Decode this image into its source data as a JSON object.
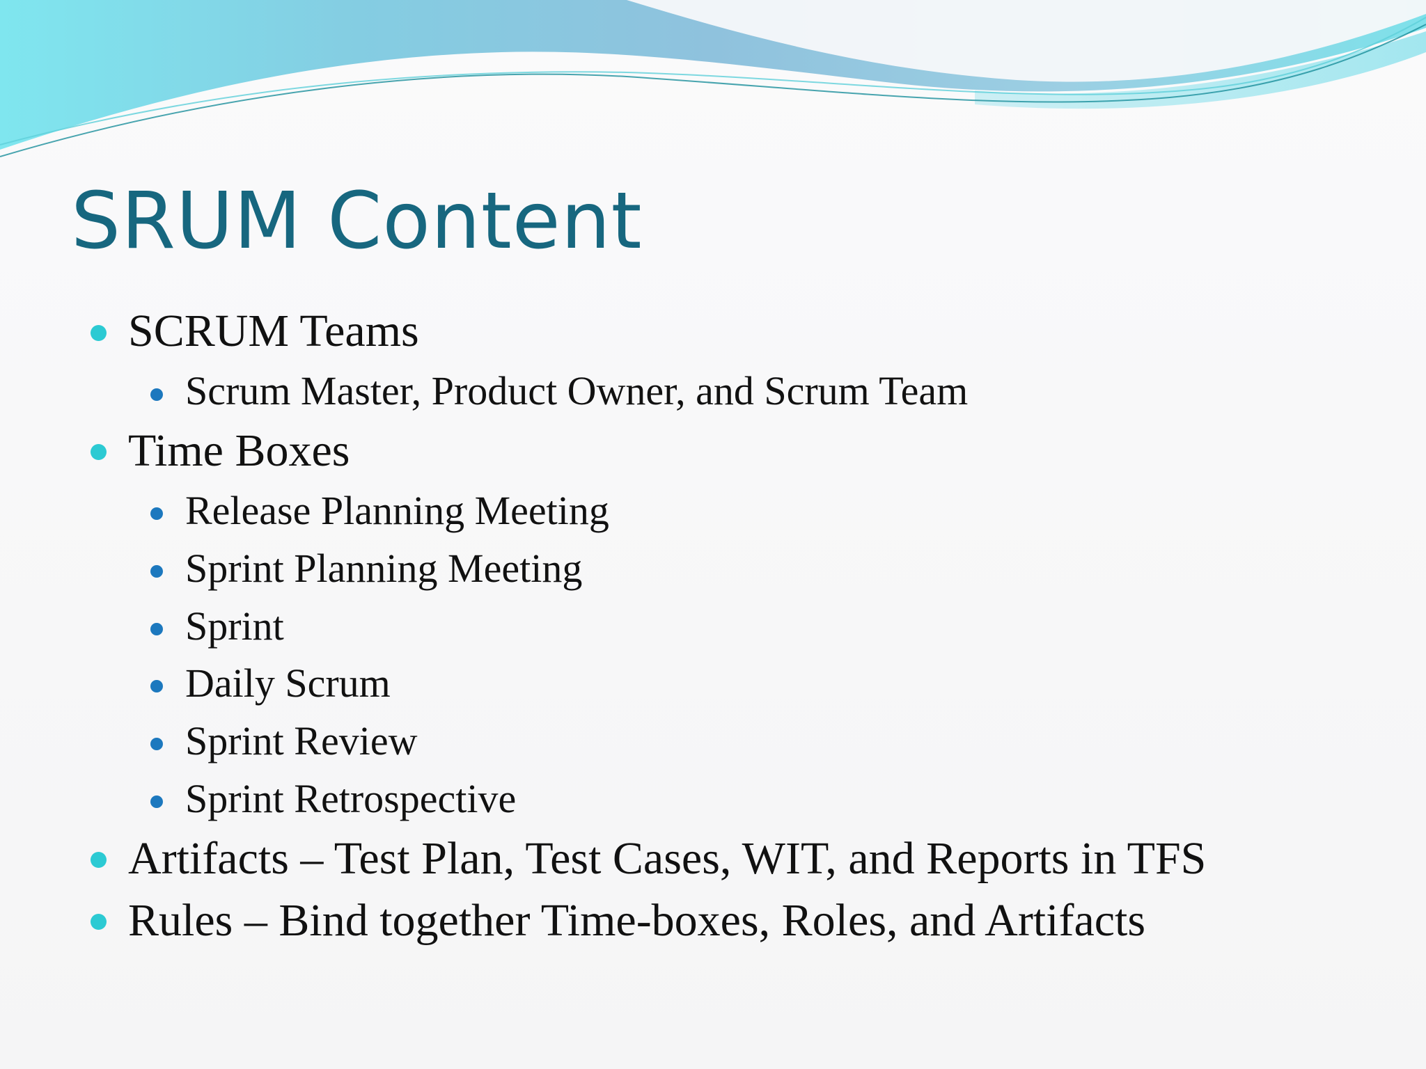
{
  "slide": {
    "title": "SRUM Content",
    "bullets": [
      {
        "text": "SCRUM Teams",
        "subitems": [
          "Scrum Master, Product Owner, and Scrum Team"
        ]
      },
      {
        "text": "Time Boxes",
        "subitems": [
          "Release Planning Meeting",
          "Sprint Planning Meeting",
          "Sprint",
          "Daily Scrum",
          "Sprint Review",
          "Sprint Retrospective"
        ]
      },
      {
        "text": "Artifacts – Test Plan, Test Cases, WIT, and Reports in TFS",
        "subitems": []
      },
      {
        "text": "Rules – Bind together Time-boxes, Roles, and Artifacts",
        "subitems": []
      }
    ]
  },
  "colors": {
    "title": "#17677f",
    "bullet_level1": "#2ccad3",
    "bullet_level2": "#1c78be",
    "body_text": "#111111",
    "wave_light": "#7de3ee",
    "wave_mid": "#8ec4dd"
  }
}
